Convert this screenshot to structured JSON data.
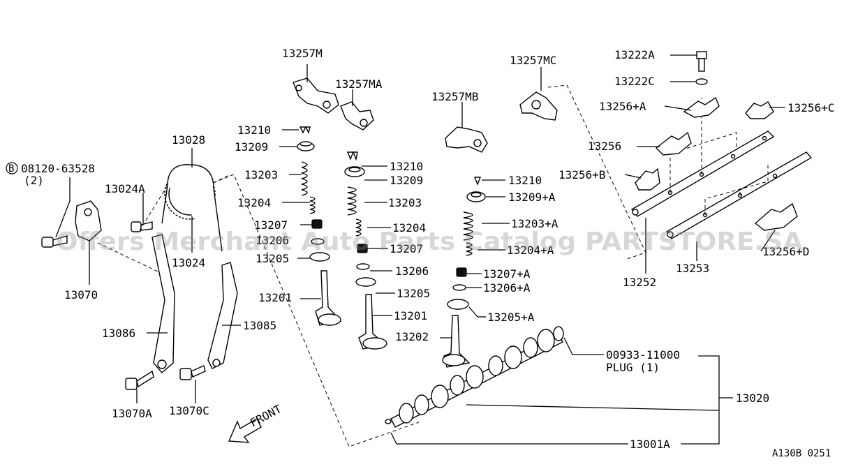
{
  "labels": {
    "l13257M": "13257M",
    "l13257MA": "13257MA",
    "l13257MB": "13257MB",
    "l13257MC": "13257MC",
    "l13222A": "13222A",
    "l13222C": "13222C",
    "l13256A": "13256+A",
    "l13256C": "13256+C",
    "l13256": "13256",
    "l13256B": "13256+B",
    "l13256D": "13256+D",
    "l13253": "13253",
    "l13252": "13252",
    "l13210a": "13210",
    "l13209a": "13209",
    "l13203a": "13203",
    "l13204a": "13204",
    "l13207a": "13207",
    "l13206a": "13206",
    "l13205a": "13205",
    "l13201a": "13201",
    "l13210b": "13210",
    "l13209b": "13209",
    "l13203b": "13203",
    "l13204b": "13204",
    "l13207b": "13207",
    "l13206b": "13206",
    "l13205b": "13205",
    "l13201b": "13201",
    "l13210c": "13210",
    "l13209c": "13209+A",
    "l13203c": "13203+A",
    "l13204c": "13204+A",
    "l13207c": "13207+A",
    "l13206c": "13206+A",
    "l13205c": "13205+A",
    "l13202": "13202",
    "l13028": "13028",
    "l13024A": "13024A",
    "l13024": "13024",
    "lBolt": "08120-63528",
    "lBoltCircle": "B",
    "lBoltQty": "(2)",
    "l13070": "13070",
    "l13086": "13086",
    "l13085": "13085",
    "l13070A": "13070A",
    "l13070C": "13070C",
    "l00933": "00933-11000",
    "lPlug": "PLUG (1)",
    "l13020": "13020",
    "l13001A": "13001A",
    "front": "FRONT"
  },
  "watermark": "Offers Merchant Auto Parts Catalog PARTSTORE.SA",
  "diagram_code": "A130B 0251"
}
